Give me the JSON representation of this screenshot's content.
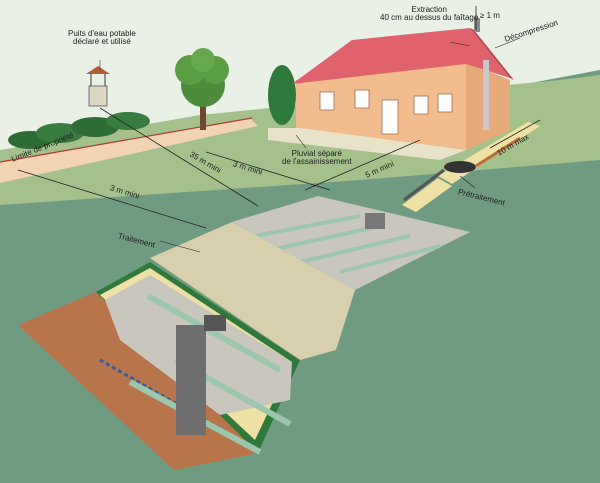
{
  "labels": {
    "property_limit": "Limite de propriété",
    "well": "Puits d'eau potable\ndéclaré et utilisé",
    "extraction": "Extraction\n40 cm au dessus du faîtage",
    "height_1m": "≥ 1 m",
    "decompression": "Décompression",
    "rainwater": "Pluvial séparé\nde l'assainissement",
    "dist_35m": "35 m mini",
    "dist_3m_a": "3 m mini",
    "dist_3m_b": "3 m mini",
    "dist_5m": "5 m mini",
    "max_10m": "10 m max",
    "pretreatment": "Prétraitement",
    "treatment": "Traitement"
  },
  "colors": {
    "grass": "#6f9c80",
    "field": "#a4c18c",
    "property_band": "#f2d3b2",
    "property_line": "#b13a2c",
    "roof": "#e0626c",
    "wall": "#f2bd8e",
    "gravel": "#c9c6be",
    "sand": "#efe1a6",
    "soil": "#b8744a",
    "pipe_green": "#9dc7ad"
  }
}
